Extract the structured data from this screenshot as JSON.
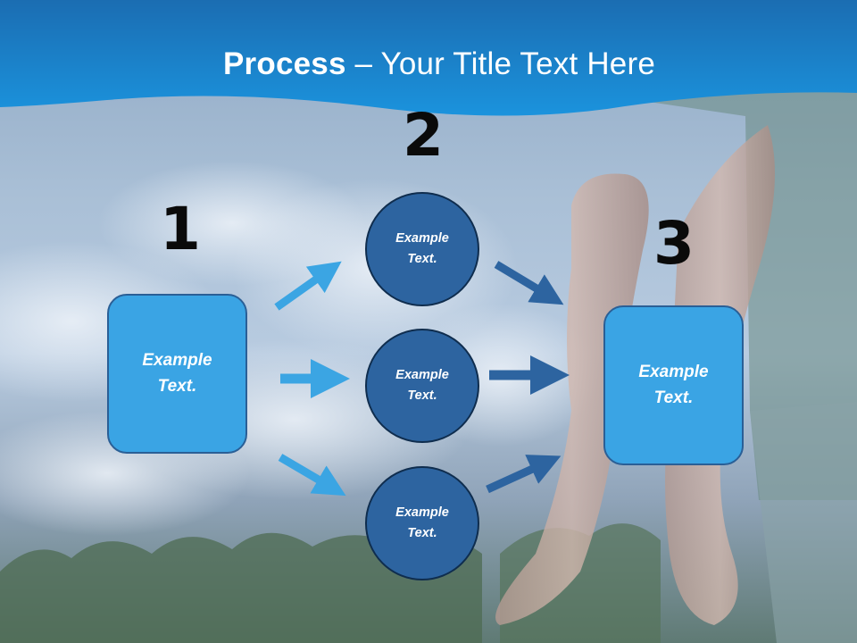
{
  "slide": {
    "title_bold": "Process",
    "title_rest": " – Your Title Text Here",
    "step_numbers": [
      "1",
      "2",
      "3"
    ],
    "left_box": "Example Text.",
    "right_box": "Example Text.",
    "circles": [
      "Example Text.",
      "Example Text.",
      "Example Text."
    ]
  },
  "colors": {
    "header_blue": "#1a8ad4",
    "box_fill": "#3aa4e4",
    "circle_fill": "#2d64a0",
    "arrow_light": "#3ba5e3",
    "arrow_dark": "#2d64a0"
  }
}
